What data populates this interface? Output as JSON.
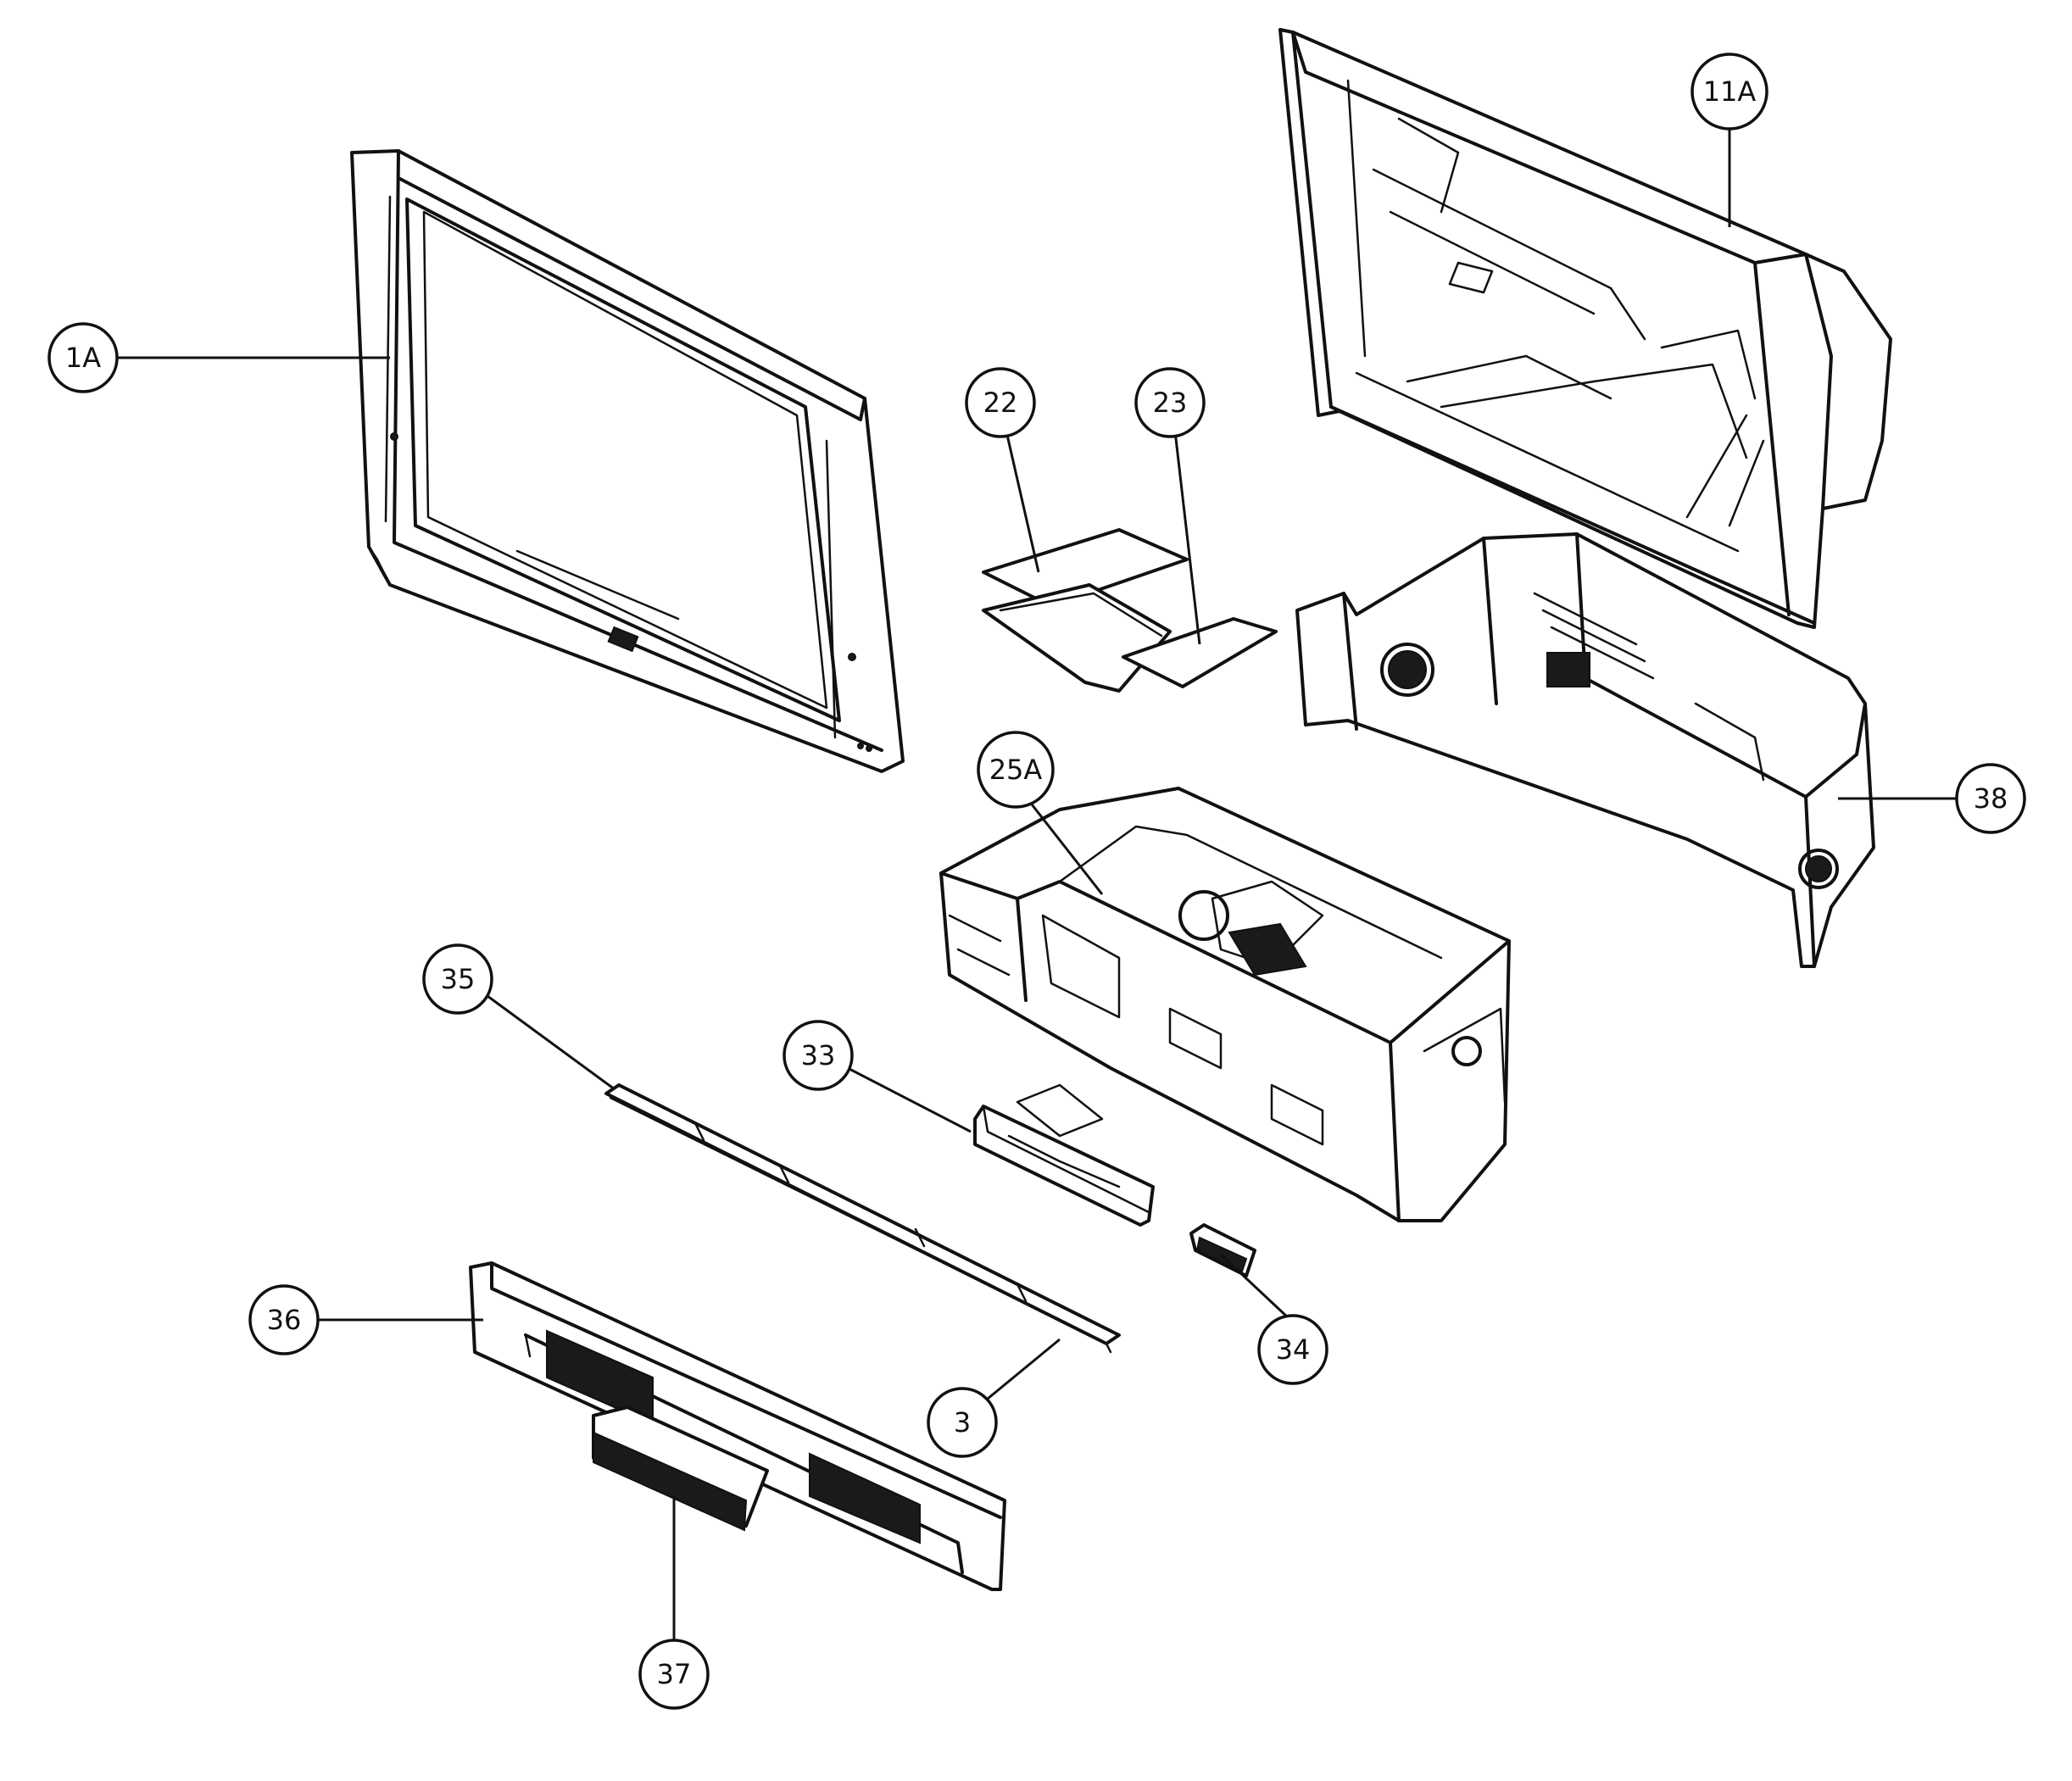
{
  "callouts": {
    "c1A": "1A",
    "c11A": "11A",
    "c22": "22",
    "c23": "23",
    "c25A": "25A",
    "c38": "38",
    "c35": "35",
    "c33": "33",
    "c34": "34",
    "c36": "36",
    "c3": "3",
    "c37": "37"
  },
  "colors": {
    "line": "#111111",
    "background": "#ffffff"
  }
}
